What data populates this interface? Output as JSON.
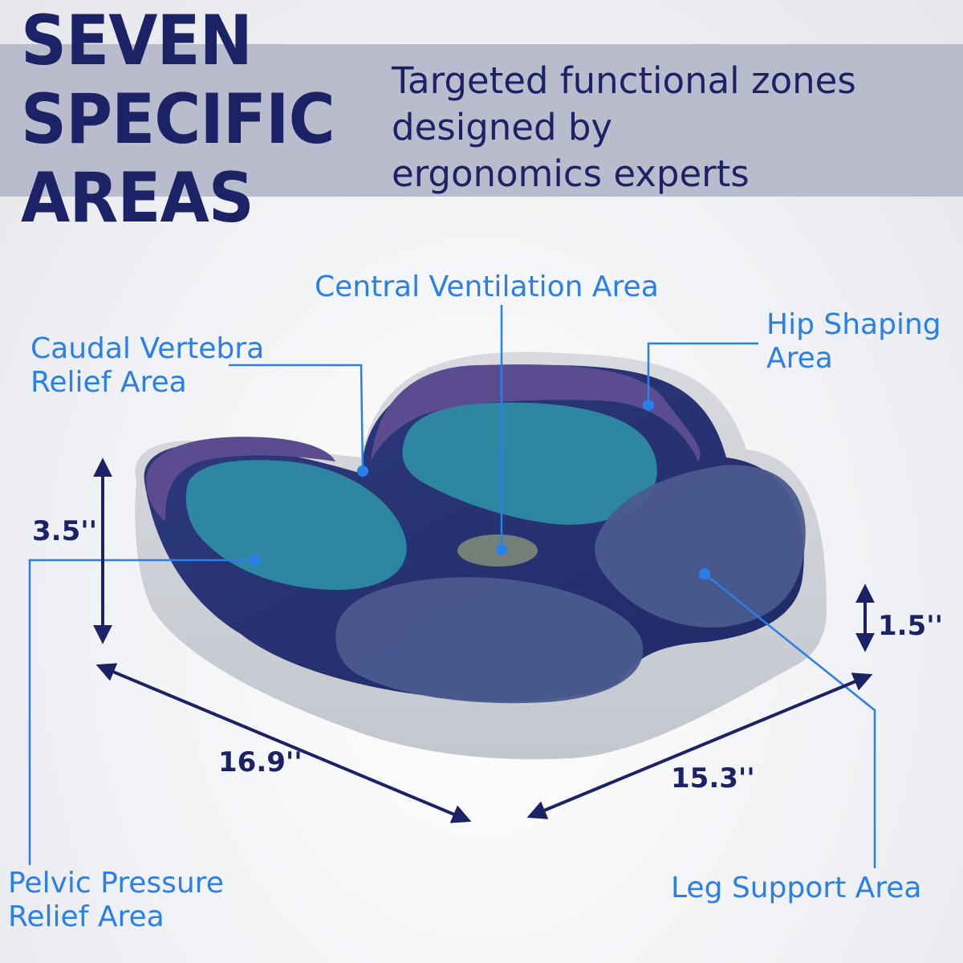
{
  "headline": {
    "line1": "SEVEN",
    "line2": "SPECIFIC",
    "line3": "AREAS"
  },
  "subtitle": {
    "line1": "Targeted functional zones",
    "line2": "designed by",
    "line3": "ergonomics experts"
  },
  "labels": {
    "central": "Central Ventilation Area",
    "hip": {
      "line1": "Hip Shaping",
      "line2": "Area"
    },
    "caudal": {
      "line1": "Caudal Vertebra",
      "line2": "Relief Area"
    },
    "pelvic": {
      "line1": "Pelvic Pressure",
      "line2": "Relief Area"
    },
    "leg": "Leg Support Area"
  },
  "dimensions": {
    "height_back": "3.5''",
    "height_front": "1.5''",
    "width": "16.9''",
    "depth": "15.3''"
  },
  "colors": {
    "navy": "#1b2366",
    "accent_blue": "#2a7fe8",
    "band": "#b8bccc"
  }
}
